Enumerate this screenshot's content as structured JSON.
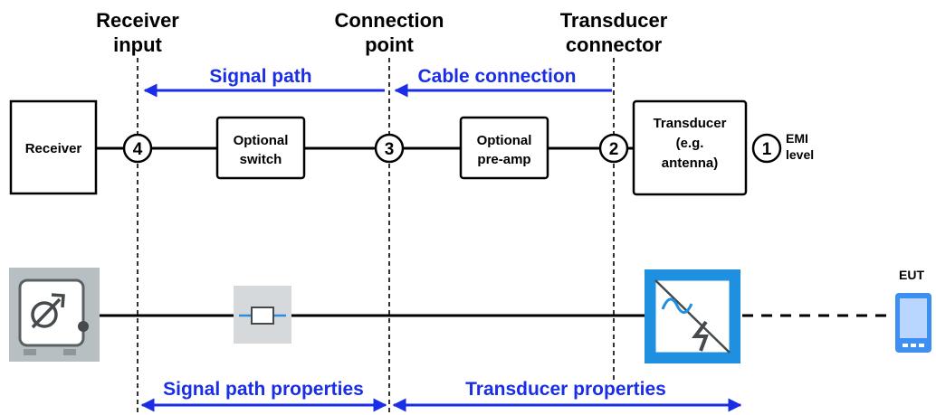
{
  "headers": {
    "receiver_input": [
      "Receiver",
      "input"
    ],
    "connection_point": [
      "Connection",
      "point"
    ],
    "transducer_connector": [
      "Transducer",
      "connector"
    ]
  },
  "arrows": {
    "signal_path": "Signal path",
    "cable_connection": "Cable connection",
    "signal_path_properties": "Signal path properties",
    "transducer_properties": "Transducer properties"
  },
  "boxes": {
    "receiver": [
      "Receiver"
    ],
    "optional_switch": [
      "Optional",
      "switch"
    ],
    "optional_preamp": [
      "Optional",
      "pre-amp"
    ],
    "transducer": [
      "Transducer",
      "(e.g.",
      "antenna)"
    ]
  },
  "nodes": [
    "1",
    "2",
    "3",
    "4"
  ],
  "emi_level": [
    "EMI",
    "level"
  ],
  "eut_label": "EUT",
  "icons": [
    "receiver-icon",
    "switch-icon",
    "transducer-icon",
    "eut-device-icon"
  ],
  "colors": {
    "arrow_blue": "#1a2ee6",
    "icon_gray": "#b8bfc3",
    "transducer_blue": "#1f8fe0",
    "eut_blue": "#3d8ff0"
  }
}
